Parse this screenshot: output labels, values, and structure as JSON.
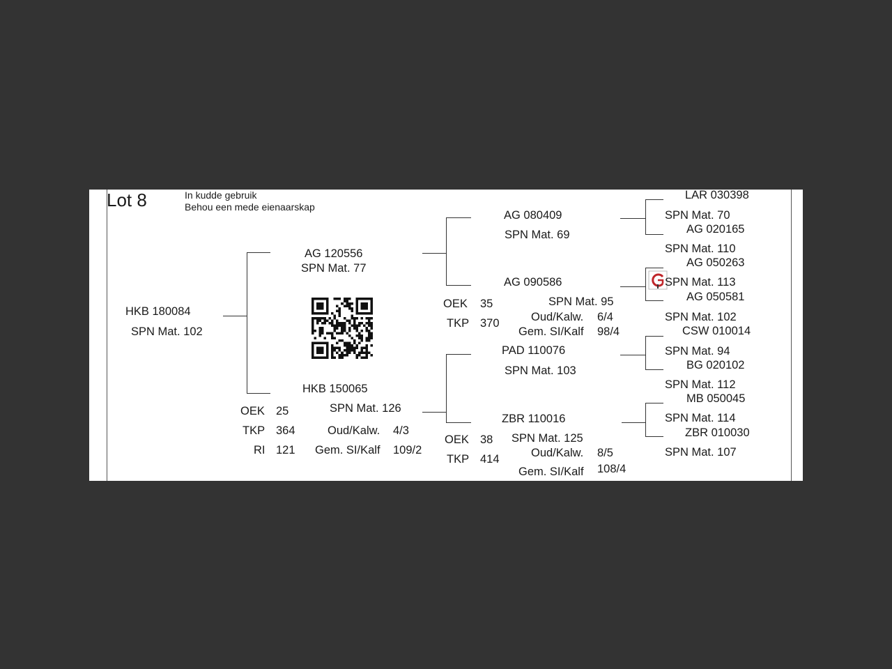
{
  "header": {
    "lot": "Lot 8",
    "note1": "In kudde gebruik",
    "note2": "Behou een mede eienaarskap"
  },
  "animal": {
    "id": "HKB 180084",
    "mat": "SPN Mat. 102"
  },
  "sire": {
    "id": "AG  120556",
    "mat": "SPN Mat. 77"
  },
  "dam": {
    "id": "HKB 150065",
    "mat": "SPN Mat. 126",
    "stats": {
      "oek_label": "OEK",
      "oek": "25",
      "tkp_label": "TKP",
      "tkp": "364",
      "ri_label": "RI",
      "ri": "121",
      "oudkalw_label": "Oud/Kalw.",
      "oudkalw": "4/3",
      "gemsi_label": "Gem. SI/Kalf",
      "gemsi": "109/2"
    }
  },
  "ss": {
    "id": "AG  080409",
    "mat": "SPN Mat. 69"
  },
  "sd": {
    "id": "AG  090586",
    "mat": "SPN Mat. 95",
    "stats": {
      "oek_label": "OEK",
      "oek": "35",
      "tkp_label": "TKP",
      "tkp": "370",
      "oudkalw_label": "Oud/Kalw.",
      "oudkalw": "6/4",
      "gemsi_label": "Gem. SI/Kalf",
      "gemsi": "98/4"
    }
  },
  "ds": {
    "id": "PAD 110076",
    "mat": "SPN Mat. 103"
  },
  "dd": {
    "id": "ZBR 110016",
    "mat": "SPN Mat. 125",
    "stats": {
      "oek_label": "OEK",
      "oek": "38",
      "tkp_label": "TKP",
      "tkp": "414",
      "oudkalw_label": "Oud/Kalw.",
      "oudkalw": "8/5",
      "gemsi_label": "Gem. SI/Kalf",
      "gemsi": "108/4"
    }
  },
  "gen4": {
    "sss": {
      "id": "LAR 030398",
      "mat": "SPN Mat. 70"
    },
    "ssd": {
      "id": "AG  020165",
      "mat": "SPN Mat. 110"
    },
    "sds": {
      "id": "AG  050263",
      "mat": "SPN Mat. 113"
    },
    "sdd": {
      "id": "AG  050581",
      "mat": "SPN Mat. 102"
    },
    "dss": {
      "id": "CSW 010014",
      "mat": "SPN Mat. 94"
    },
    "dsd": {
      "id": "BG  020102",
      "mat": "SPN Mat. 112"
    },
    "dds": {
      "id": "MB  050045",
      "mat": "SPN Mat. 114"
    },
    "ddd": {
      "id": "ZBR 010030",
      "mat": "SPN Mat. 107"
    }
  },
  "icons": {
    "qr": "qr-code-icon",
    "stamp": "logo-stamp-icon"
  }
}
